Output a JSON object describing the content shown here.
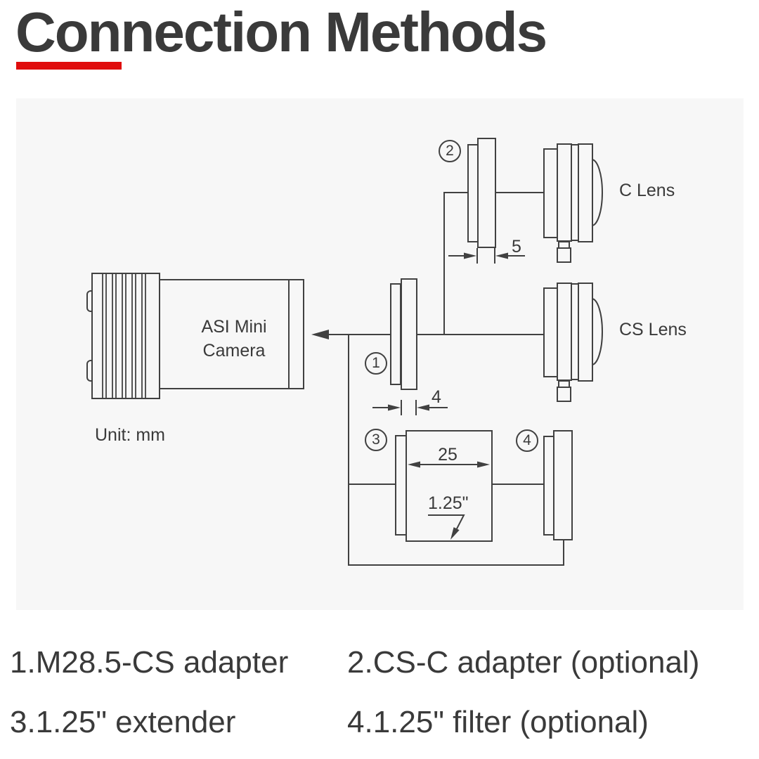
{
  "header": {
    "title": "Connection Methods"
  },
  "colors": {
    "accent_red": "#e00d0d",
    "line": "#414141",
    "panel_bg": "#f7f7f7",
    "text": "#3a3a3a"
  },
  "diagram": {
    "unit_label": "Unit: mm",
    "camera": {
      "line1": "ASI Mini",
      "line2": "Camera"
    },
    "markers": [
      {
        "n": "1"
      },
      {
        "n": "2"
      },
      {
        "n": "3"
      },
      {
        "n": "4"
      }
    ],
    "lens_labels": {
      "c": "C Lens",
      "cs": "CS Lens"
    },
    "dimensions": {
      "adapter1_thickness": "4",
      "adapter2_thickness": "5",
      "extender_length": "25",
      "barrel_size": "1.25\""
    }
  },
  "legend": {
    "items": [
      {
        "text": "1.M28.5-CS adapter"
      },
      {
        "text": "2.CS-C adapter (optional)"
      },
      {
        "text": "3.1.25\" extender"
      },
      {
        "text": "4.1.25\" filter (optional)"
      }
    ]
  }
}
